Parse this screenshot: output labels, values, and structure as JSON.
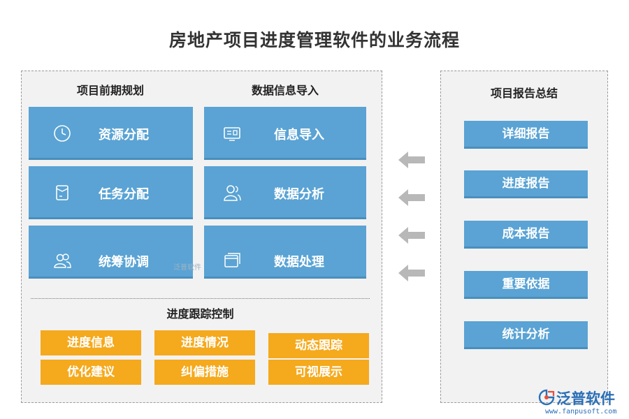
{
  "title": "房地产项目进度管理软件的业务流程",
  "left_panel": {
    "planning_label": "项目前期规划",
    "data_import_label": "数据信息导入",
    "planning_tiles": [
      {
        "label": "资源分配",
        "icon": "clock-icon"
      },
      {
        "label": "任务分配",
        "icon": "document-icon"
      },
      {
        "label": "统筹协调",
        "icon": "people-icon"
      }
    ],
    "data_tiles": [
      {
        "label": "信息导入",
        "icon": "screen-icon"
      },
      {
        "label": "数据分析",
        "icon": "person-icon"
      },
      {
        "label": "数据处理",
        "icon": "window-icon"
      }
    ],
    "watermark": "泛普软件",
    "tracking_label": "进度跟踪控制",
    "tracking_buttons": [
      "进度信息",
      "进度情况",
      "动态跟踪",
      "优化建议",
      "纠偏措施",
      "可视展示"
    ]
  },
  "right_panel": {
    "label": "项目报告总结",
    "items": [
      "详细报告",
      "进度报告",
      "成本报告",
      "重要依据",
      "统计分析"
    ]
  },
  "arrow_icon": "arrow-left-icon",
  "logo": {
    "name": "泛普软件",
    "url": "www.fanpusoft.com"
  },
  "colors": {
    "tile_blue": "#5aa3d4",
    "tile_orange": "#f5a91c",
    "panel_bg": "#f2f2f2",
    "arrow_gray": "#b8b8b8",
    "logo_blue": "#2a6fb6"
  }
}
